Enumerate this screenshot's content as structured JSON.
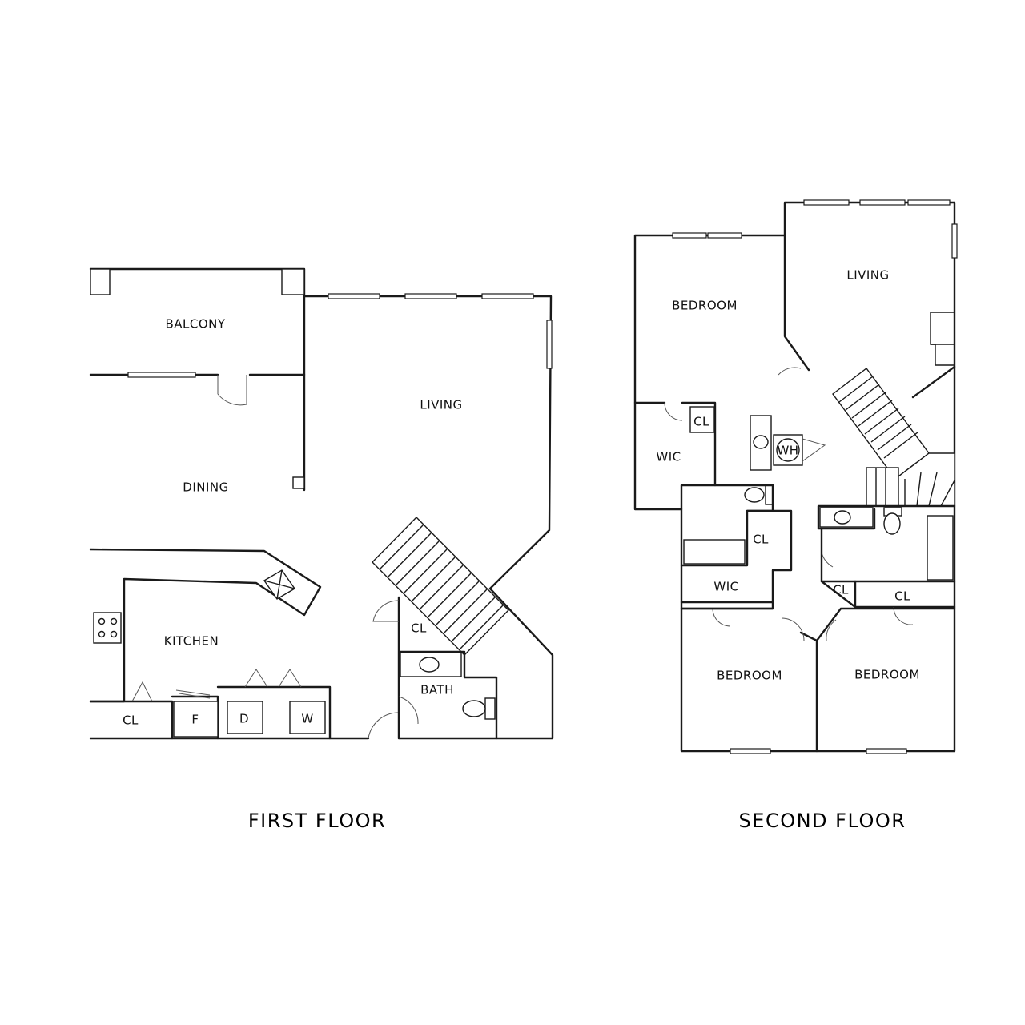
{
  "first_floor": {
    "caption": "FIRST FLOOR",
    "rooms": {
      "balcony": "BALCONY",
      "living": "LIVING",
      "dining": "DINING",
      "kitchen": "KITCHEN",
      "closet_entry": "CL",
      "closet_stair": "CL",
      "bath": "BATH"
    },
    "appliances": {
      "fridge": "F",
      "dryer": "D",
      "washer": "W"
    }
  },
  "second_floor": {
    "caption": "SECOND FLOOR",
    "rooms": {
      "bedroom_top": "BEDROOM",
      "living": "LIVING",
      "wic_top": "WIC",
      "closet_top": "CL",
      "water_heater": "WH",
      "closet_hall": "CL",
      "wic_mid": "WIC",
      "closet_right_a": "CL",
      "closet_right_b": "CL",
      "bedroom_left": "BEDROOM",
      "bedroom_right": "BEDROOM"
    }
  }
}
